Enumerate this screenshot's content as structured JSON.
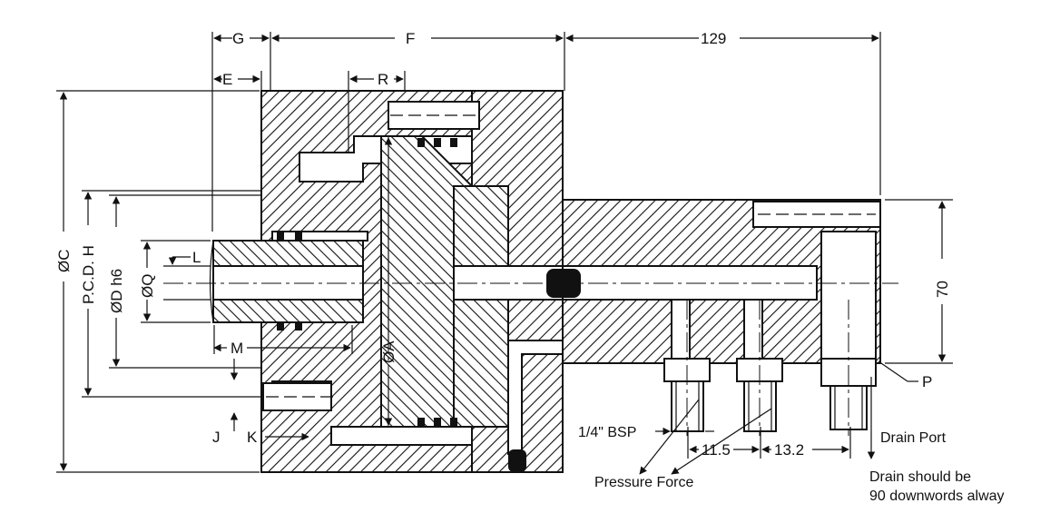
{
  "dimensions": {
    "G": "G",
    "F": "F",
    "top_length": "129",
    "E": "E",
    "R": "R",
    "L": "L",
    "M": "M",
    "J": "J",
    "K": "K",
    "P": "P",
    "A": "ØA",
    "C": "ØC",
    "PCD": "P.C.D. H",
    "D": "ØD h6",
    "Q": "ØQ",
    "height_70": "70",
    "spacing_1": "11.5",
    "spacing_2": "13.2"
  },
  "callouts": {
    "bsp": "1/4\" BSP",
    "pressure": "Pressure Force",
    "drain_port": "Drain Port",
    "drain_note_1": "Drain should be",
    "drain_note_2": "90 downwords alway"
  }
}
